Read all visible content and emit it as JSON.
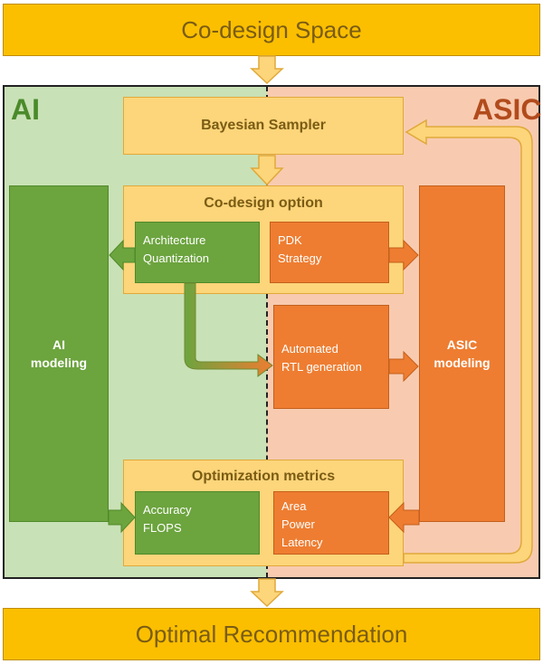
{
  "top_banner": "Co-design Space",
  "bottom_banner": "Optimal Recommendation",
  "regions": {
    "ai": "AI",
    "asic": "ASIC"
  },
  "sampler": "Bayesian Sampler",
  "codesign_option": {
    "title": "Co-design option",
    "ai_box": [
      "Architecture",
      "Quantization"
    ],
    "asic_box": [
      "PDK",
      "Strategy"
    ]
  },
  "rtl_box": [
    "Automated",
    "RTL generation"
  ],
  "ai_modeling": [
    "AI",
    "modeling"
  ],
  "asic_modeling": [
    "ASIC",
    "modeling"
  ],
  "optimization_metrics": {
    "title": "Optimization metrics",
    "ai_box": [
      "Accuracy",
      "FLOPS"
    ],
    "asic_box": [
      "Area",
      "Power",
      "Latency"
    ]
  },
  "colors": {
    "banner": "#fbbf00",
    "ai_region": "#c9e1b6",
    "asic_region": "#f8cbb0",
    "yellow_box": "#fdd57a",
    "green_box": "#6ca43e",
    "orange_box": "#ee7d31"
  }
}
